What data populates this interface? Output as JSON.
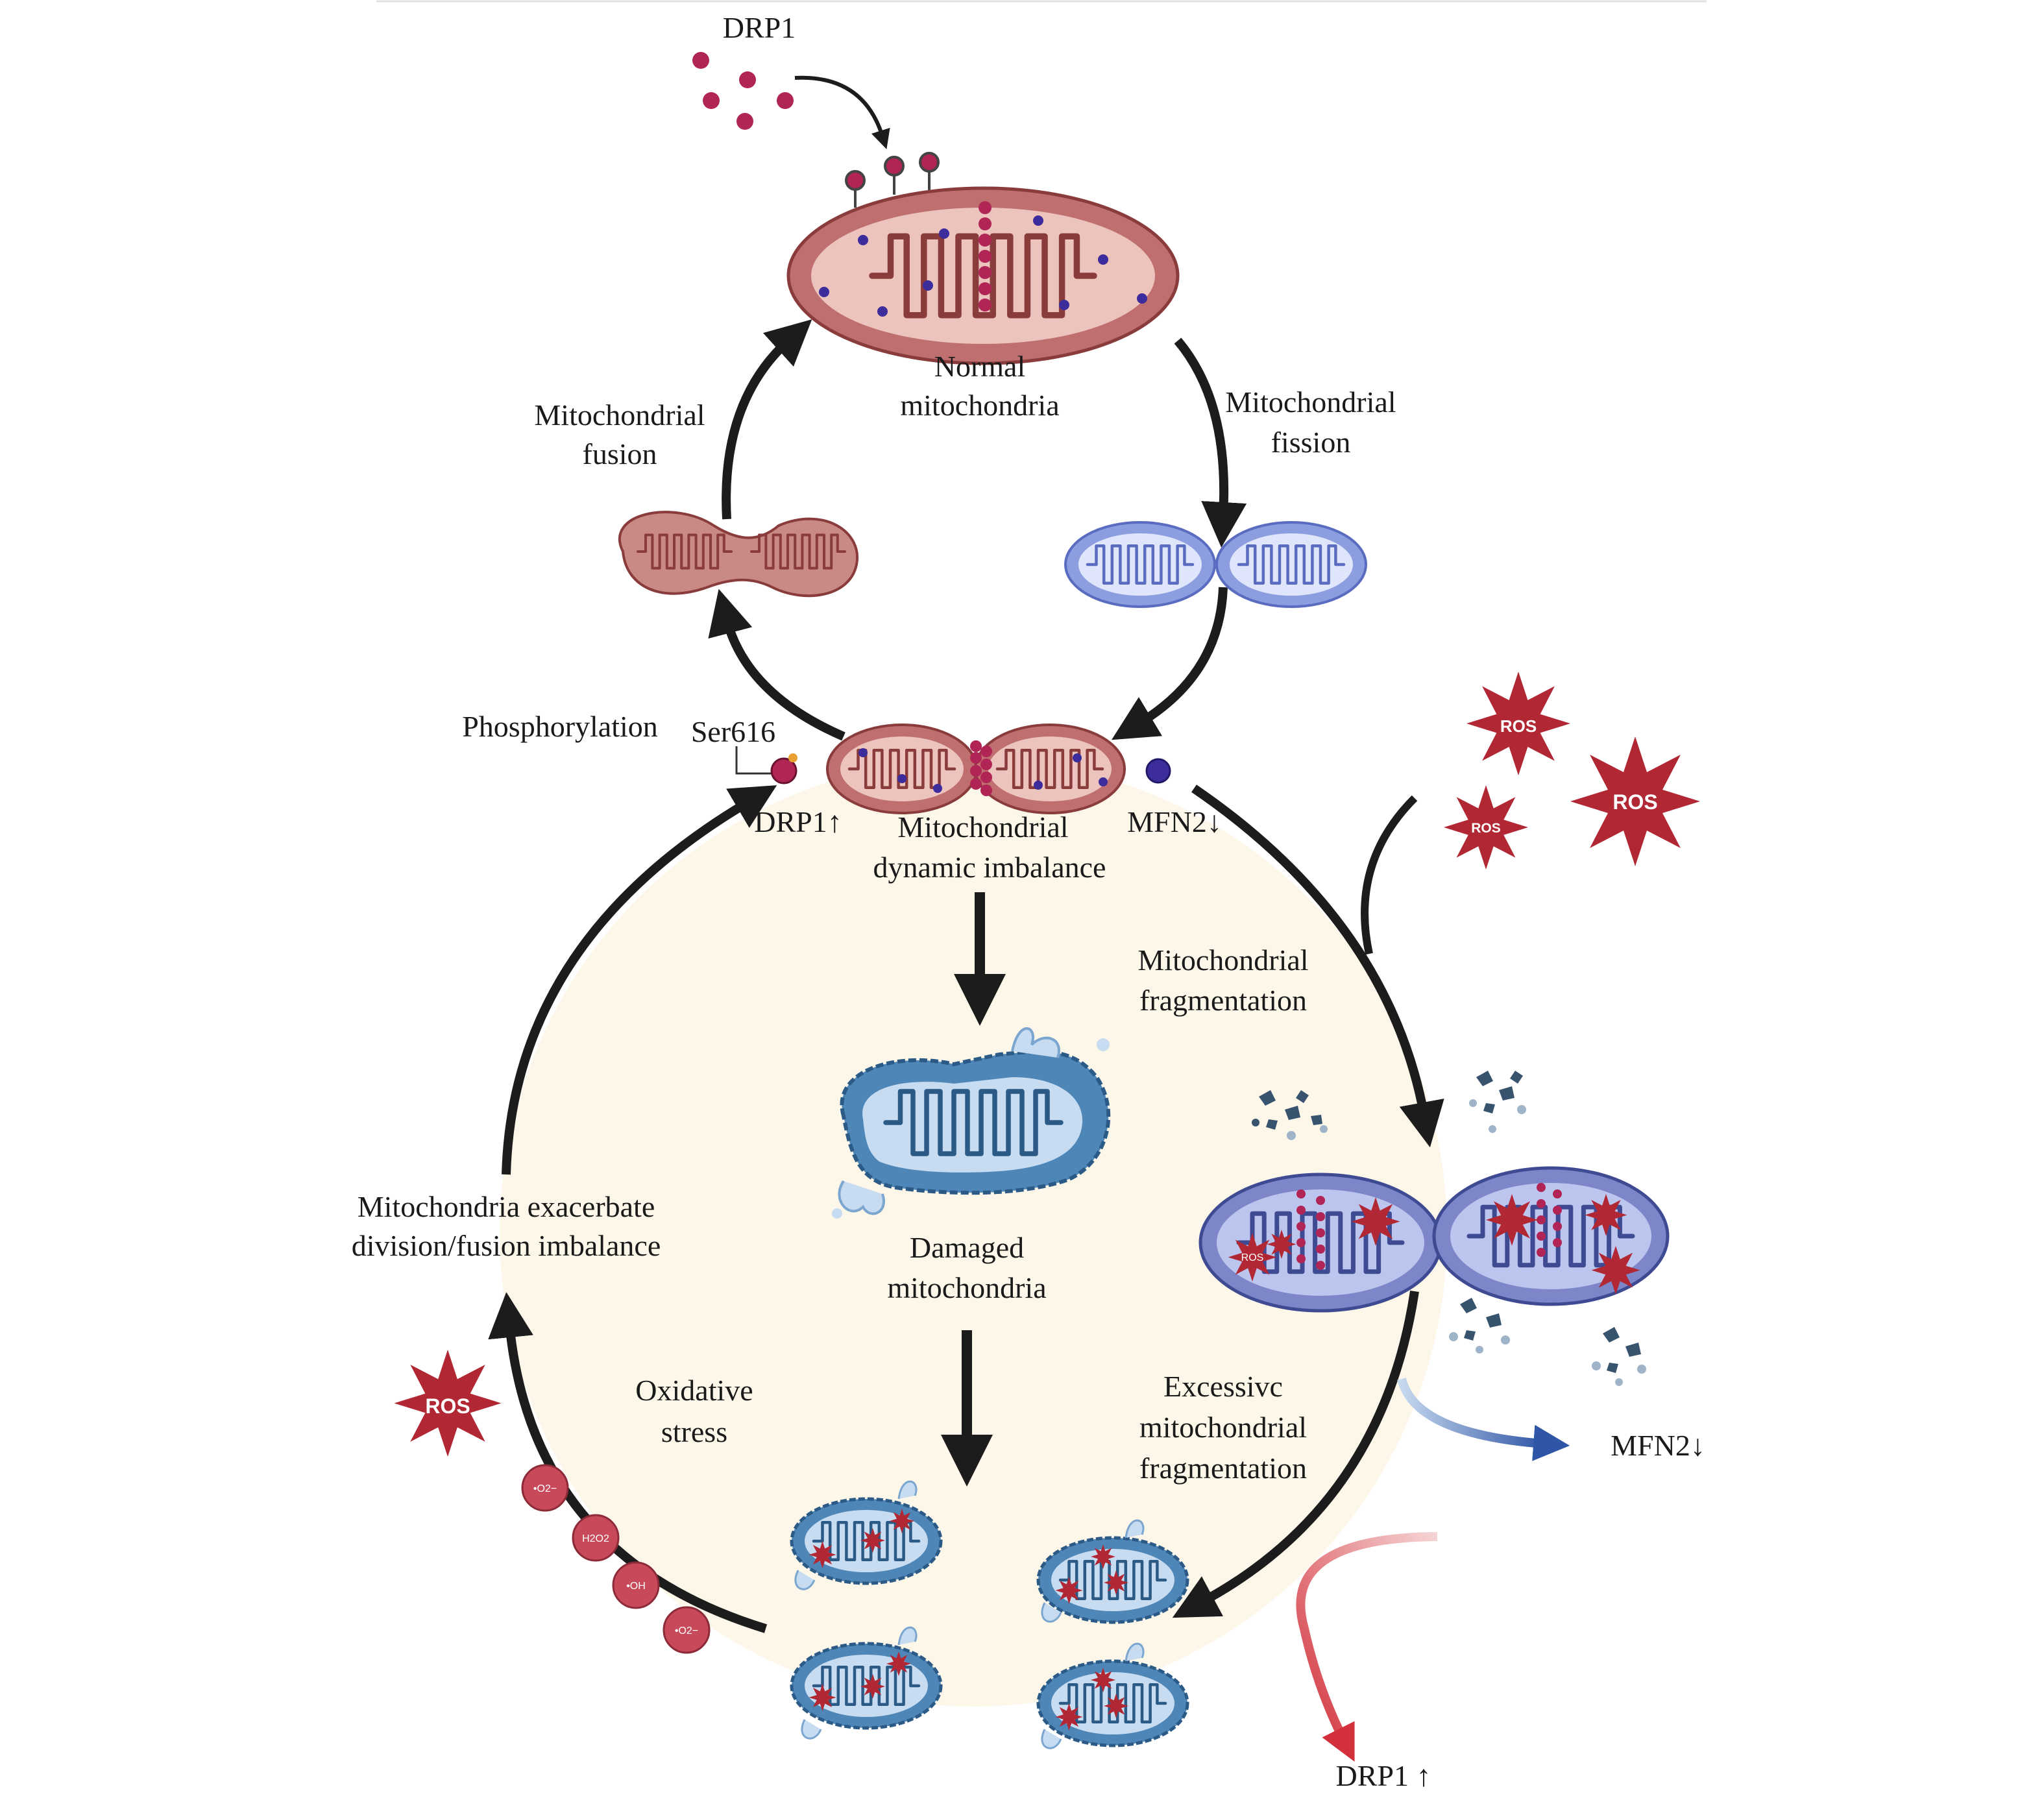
{
  "labels": {
    "drp1_top": "DRP1",
    "normal_line1": "Normal",
    "normal_line2": "mitochondria",
    "fusion_line1": "Mitochondrial",
    "fusion_line2": "fusion",
    "fission_line1": "Mitochondrial",
    "fission_line2": "fission",
    "phosphorylation": "Phosphorylation",
    "ser616": "Ser616",
    "drp1_up": "DRP1↑",
    "mfn2_down": "MFN2↓",
    "imbalance_line1": "Mitochondrial",
    "imbalance_line2": "dynamic imbalance",
    "fragmentation_line1": "Mitochondrial",
    "fragmentation_line2": "fragmentation",
    "damaged_line1": "Damaged",
    "damaged_line2": "mitochondria",
    "exacerbate_line1": "Mitochondria exacerbate",
    "exacerbate_line2": "division/fusion imbalance",
    "oxidative_line1": "Oxidative",
    "oxidative_line2": "stress",
    "excessive_line1": "Excessivc",
    "excessive_line2": "mitochondrial",
    "excessive_line3": "fragmentation",
    "mfn2_out": "MFN2↓",
    "drp1_out": "DRP1 ↑"
  },
  "ros": [
    "ROS",
    "ROS",
    "ROS",
    "ROS"
  ],
  "ros_species": [
    "•O2−",
    "H2O2",
    "•OH",
    "•O2−"
  ],
  "colors": {
    "background_circle": "#fdf7ea",
    "mito_healthy": "#bf6f6f",
    "mito_healthy_inner": "#ecc3bd",
    "mito_fission": "#8d9ee0",
    "mito_fission_inner": "#dfe6fb",
    "mito_damaged": "#4f86b8",
    "drp1_dot": "#b02555",
    "mfn2_dot": "#3c2c9c",
    "ros_star": "#b12733",
    "arrow": "#1c1c1c",
    "mfn2_arrow": "#2e55a6",
    "drp1_arrow": "#d2303a"
  }
}
